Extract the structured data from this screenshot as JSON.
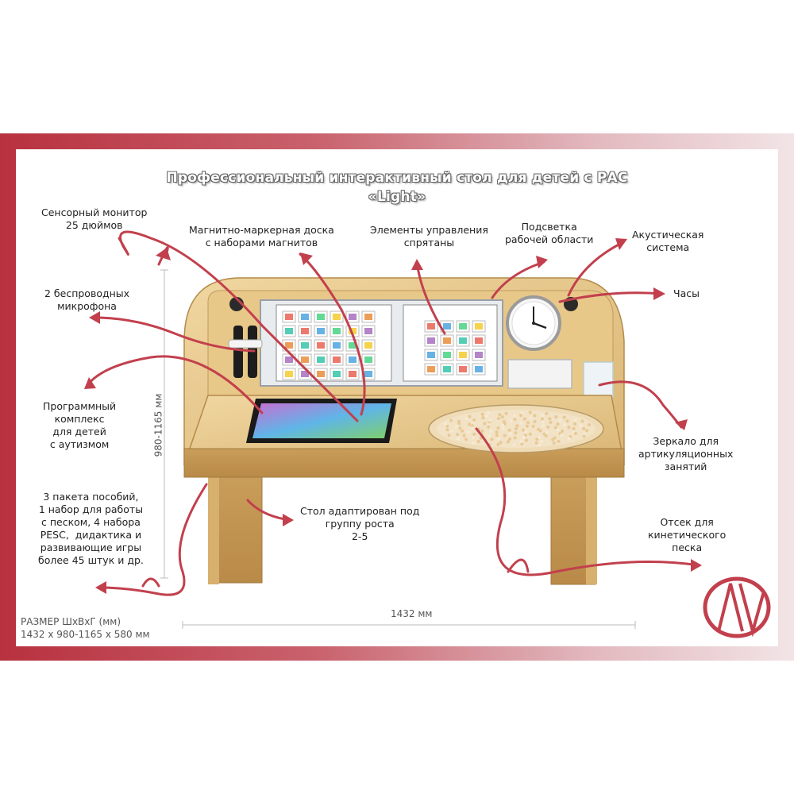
{
  "title": {
    "line1": "Профессиональный интерактивный стол для детей с РАС",
    "line2": "«Light»"
  },
  "labels": {
    "monitor": "Сенсорный монитор\n25 дюймов",
    "board": "Магнитно-маркерная доска\nс наборами магнитов",
    "controls": "Элементы управления\nспрятаны",
    "lighting": "Подсветка\nрабочей области",
    "acoustic": "Акустическая\nсистема",
    "clock": "Часы",
    "microphones": "2 беспроводных\nмикрофона",
    "software": "Программный\nкомплекс\nдля детей\nс аутизмом",
    "mirror": "Зеркало для\nартикуляционных\nзанятий",
    "growth": "Стол адаптирован под\nгруппу роста\n2-5",
    "kits": "3 пакета пособий,\n1 набор для работы\nс песком, 4 набора\nPESC,  дидактика и\nразвивающие игры\nболее 45 штук и др.",
    "sand": "Отсек для\nкинетического\nпеска"
  },
  "dimensions": {
    "height": "980-1165 мм",
    "width": "1432 мм",
    "size_title": "РАЗМЕР ШхВхГ (мм)",
    "size_value": "1432 х 980-1165  х 580 мм"
  },
  "colors": {
    "arrow": "#c2404d",
    "wood": "#e7c98f",
    "frame": "#b8313f"
  }
}
